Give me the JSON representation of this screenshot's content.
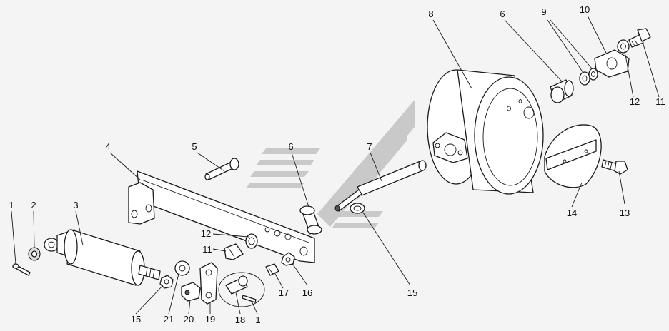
{
  "colors": {
    "background": "#f4f4f4",
    "line": "#1a1a1a",
    "watermark": "#c9c9c9"
  },
  "watermark": {
    "icon": "stylized-logo-watermark"
  },
  "callouts": [
    {
      "id": "c1a",
      "text": "1"
    },
    {
      "id": "c2",
      "text": "2"
    },
    {
      "id": "c3",
      "text": "3"
    },
    {
      "id": "c4",
      "text": "4"
    },
    {
      "id": "c5",
      "text": "5"
    },
    {
      "id": "c6a",
      "text": "6"
    },
    {
      "id": "c7",
      "text": "7"
    },
    {
      "id": "c8",
      "text": "8"
    },
    {
      "id": "c6b",
      "text": "6"
    },
    {
      "id": "c9",
      "text": "9"
    },
    {
      "id": "c10",
      "text": "10"
    },
    {
      "id": "c11a",
      "text": "11"
    },
    {
      "id": "c12a",
      "text": "12"
    },
    {
      "id": "c12b",
      "text": "12"
    },
    {
      "id": "c11b",
      "text": "11"
    },
    {
      "id": "c13",
      "text": "13"
    },
    {
      "id": "c14",
      "text": "14"
    },
    {
      "id": "c15a",
      "text": "15"
    },
    {
      "id": "c15b",
      "text": "15"
    },
    {
      "id": "c16",
      "text": "16"
    },
    {
      "id": "c17",
      "text": "17"
    },
    {
      "id": "c18",
      "text": "18"
    },
    {
      "id": "c1b",
      "text": "1"
    },
    {
      "id": "c19",
      "text": "19"
    },
    {
      "id": "c20",
      "text": "20"
    },
    {
      "id": "c21",
      "text": "21"
    }
  ]
}
